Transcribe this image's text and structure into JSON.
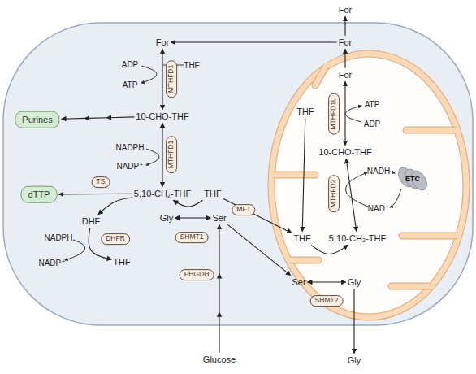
{
  "diagram": {
    "nodes": [
      {
        "text": [
          "For"
        ]
      },
      {
        "text": [
          "For"
        ]
      },
      {
        "text": [
          "For"
        ]
      },
      {
        "text": [
          "MTHFD1"
        ]
      },
      {
        "text": [
          "10-CHO-THF"
        ]
      },
      {
        "text": [
          "Purines"
        ]
      },
      {
        "text": [
          "MTHFD1"
        ]
      },
      {
        "text": [
          "5,10-CH₂-THF"
        ]
      },
      {
        "text": [
          "TS"
        ]
      },
      {
        "text": [
          "dTTP"
        ]
      },
      {
        "text": [
          "DHF"
        ]
      },
      {
        "text": [
          "DHFR"
        ]
      },
      {
        "text": [
          "THF"
        ]
      },
      {
        "text": [
          "THF"
        ]
      },
      {
        "text": [
          "MFT"
        ]
      },
      {
        "text": [
          "Gly"
        ]
      },
      {
        "text": [
          "Ser"
        ]
      },
      {
        "text": [
          "SHMT1"
        ]
      },
      {
        "text": [
          "PHGDH"
        ]
      },
      {
        "text": [
          "Glucose"
        ]
      },
      {
        "text": [
          "For"
        ]
      },
      {
        "text": [
          "THF"
        ]
      },
      {
        "text": [
          "MTHFD1L"
        ]
      },
      {
        "text": [
          "10-CHO-THF"
        ]
      },
      {
        "text": [
          "ETC"
        ]
      },
      {
        "text": [
          "MTHFD2"
        ]
      },
      {
        "text": [
          "THF"
        ]
      },
      {
        "text": [
          "5,10-CH₂-THF"
        ]
      },
      {
        "text": [
          "Ser"
        ]
      },
      {
        "text": [
          "Gly"
        ]
      },
      {
        "text": [
          "SHMT2"
        ]
      },
      {
        "text": [
          "Gly"
        ]
      }
    ],
    "edges": [
      {
        "from": 2,
        "to": 0,
        "arrow": "to"
      },
      {
        "from": 2,
        "to": 1,
        "arrow": "to"
      },
      {
        "from": 20,
        "to": 2,
        "arrow": "to"
      },
      {
        "from": 1,
        "to": 4,
        "arrow": "both"
      },
      {
        "from": 4,
        "to": 5,
        "arrow": "to"
      },
      {
        "from": 4,
        "to": 7,
        "arrow": "both"
      },
      {
        "from": 7,
        "to": 9,
        "arrow": "to"
      },
      {
        "from": 7,
        "to": 10,
        "arrow": "to"
      },
      {
        "from": 10,
        "to": 12,
        "arrow": "to"
      },
      {
        "from": 13,
        "to": 7,
        "arrow": "to"
      },
      {
        "from": 16,
        "to": 15,
        "arrow": "both"
      },
      {
        "from": 19,
        "to": 16,
        "arrow": "to"
      },
      {
        "from": 13,
        "to": 26,
        "arrow": "to"
      },
      {
        "from": 16,
        "to": 28,
        "arrow": "to"
      },
      {
        "from": 21,
        "to": 26,
        "arrow": "to"
      },
      {
        "from": 20,
        "to": 23,
        "arrow": "both"
      },
      {
        "from": 23,
        "to": 27,
        "arrow": "both"
      },
      {
        "from": 26,
        "to": 27,
        "arrow": "to"
      },
      {
        "from": 28,
        "to": 29,
        "arrow": "both"
      },
      {
        "from": 29,
        "to": 31,
        "arrow": "to"
      }
    ],
    "labels": [
      "ADP",
      "ATP",
      "THF",
      "NADPH",
      "NADP⁺",
      "NADPH",
      "NADP⁺",
      "ATP",
      "ADP",
      "NADH",
      "NAD⁺"
    ]
  }
}
